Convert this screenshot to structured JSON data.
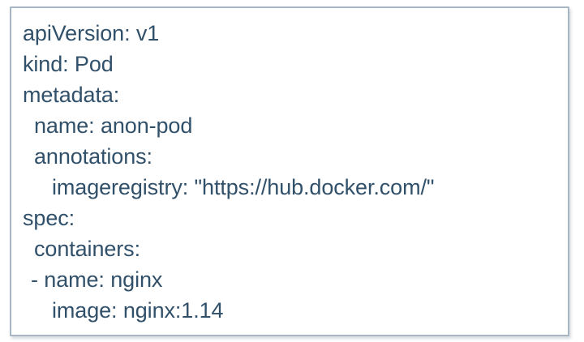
{
  "document": {
    "kind": "yaml-manifest",
    "language": "YAML",
    "text_color": "#31506a",
    "border_color": "#a8b6c4",
    "background_color": "#ffffff",
    "lines": [
      {
        "text": "apiVersion: v1",
        "indent": 0
      },
      {
        "text": "kind: Pod",
        "indent": 0
      },
      {
        "text": "metadata:",
        "indent": 0
      },
      {
        "text": "name: anon-pod",
        "indent": 1
      },
      {
        "text": "annotations:",
        "indent": 1
      },
      {
        "text": "imageregistry: \"https://hub.docker.com/\"",
        "indent": 2
      },
      {
        "text": "spec:",
        "indent": 0
      },
      {
        "text": "containers:",
        "indent": 1
      },
      {
        "text": "- name: nginx",
        "indent": 1
      },
      {
        "text": "image: nginx:1.14",
        "indent": 2
      }
    ]
  }
}
